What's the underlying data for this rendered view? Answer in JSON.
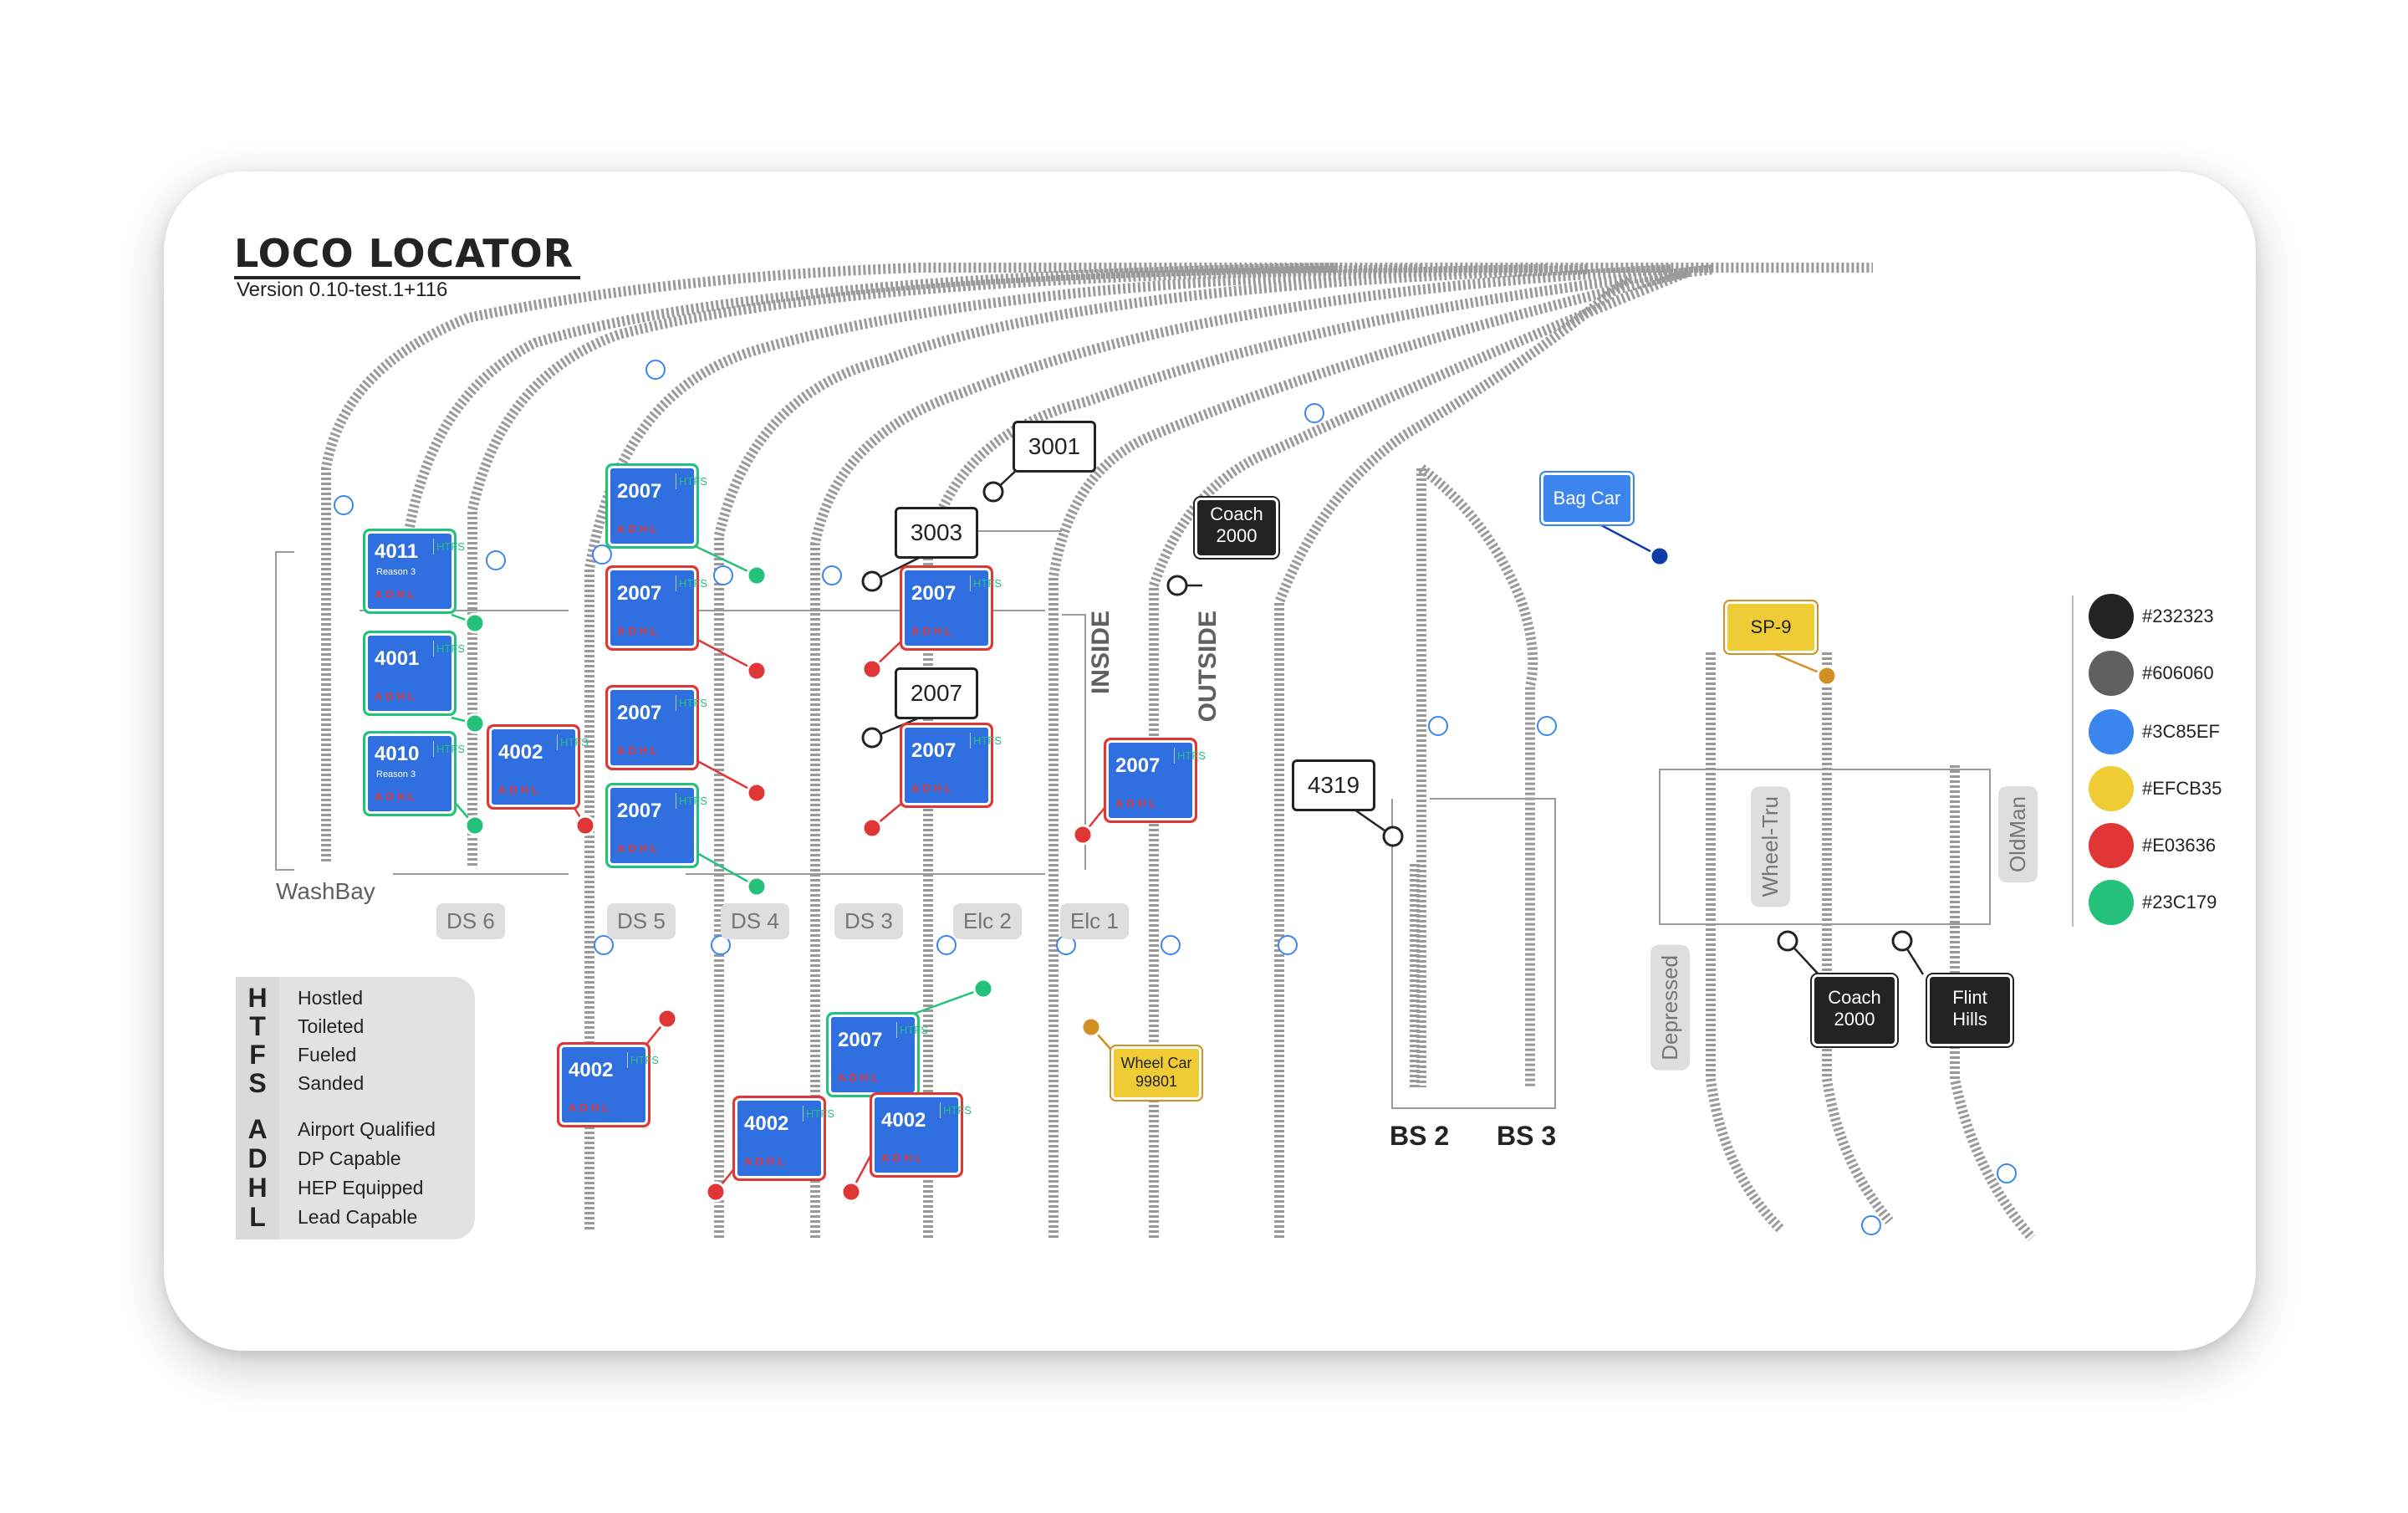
{
  "app": {
    "title": "LOCO LOCATOR",
    "version": "Version 0.10-test.1+116"
  },
  "yard_labels": {
    "washbay": "WashBay",
    "inside": "INSIDE",
    "outside": "OUTSIDE",
    "bs2": "BS 2",
    "bs3": "BS 3"
  },
  "tracks": [
    "DS 6",
    "DS 5",
    "DS 4",
    "DS 3",
    "Elc 2",
    "Elc 1"
  ],
  "side_tracks": {
    "wheel_tru": "Wheel-Tru",
    "oldman": "OldMan",
    "depressed": "Depressed"
  },
  "locos": [
    {
      "num": "4011",
      "reason": "Reason 3",
      "adhl": "ADHL",
      "htfs": [
        "H",
        "T",
        "F",
        "S"
      ]
    },
    {
      "num": "4001",
      "reason": "",
      "adhl": "ADHL",
      "htfs": [
        "H",
        "T",
        "F",
        "S"
      ]
    },
    {
      "num": "4010",
      "reason": "Reason 3",
      "adhl": "ADHL",
      "htfs": [
        "H",
        "T",
        "F",
        "S"
      ]
    },
    {
      "num": "4002",
      "reason": "",
      "adhl": "ADHL",
      "htfs": [
        "H",
        "T",
        "F",
        "S"
      ]
    },
    {
      "num": "2007",
      "reason": "",
      "adhl": "ADHL",
      "htfs": [
        "H",
        "T",
        "F",
        "S"
      ]
    },
    {
      "num": "2007",
      "reason": "",
      "adhl": "ADHL",
      "htfs": [
        "H",
        "T",
        "F",
        "S"
      ]
    },
    {
      "num": "2007",
      "reason": "",
      "adhl": "ADHL",
      "htfs": [
        "H",
        "T",
        "F",
        "S"
      ]
    },
    {
      "num": "2007",
      "reason": "",
      "adhl": "ADHL",
      "htfs": [
        "H",
        "T",
        "F",
        "S"
      ]
    },
    {
      "num": "2007",
      "reason": "",
      "adhl": "ADHL",
      "htfs": [
        "H",
        "T",
        "F",
        "S"
      ]
    },
    {
      "num": "2007",
      "reason": "",
      "adhl": "ADHL",
      "htfs": [
        "H",
        "T",
        "F",
        "S"
      ]
    },
    {
      "num": "2007",
      "reason": "",
      "adhl": "ADHL",
      "htfs": [
        "H",
        "T",
        "F",
        "S"
      ]
    },
    {
      "num": "4002",
      "reason": "",
      "adhl": "ADHL",
      "htfs": [
        "H",
        "T",
        "F",
        "S"
      ]
    },
    {
      "num": "4002",
      "reason": "",
      "adhl": "ADHL",
      "htfs": [
        "H",
        "T",
        "F",
        "S"
      ]
    },
    {
      "num": "2007",
      "reason": "",
      "adhl": "ADHL",
      "htfs": [
        "H",
        "T",
        "F",
        "S"
      ]
    },
    {
      "num": "4002",
      "reason": "",
      "adhl": "ADHL",
      "htfs": [
        "H",
        "T",
        "F",
        "S"
      ]
    }
  ],
  "callouts": [
    "3001",
    "3003",
    "2007",
    "4319"
  ],
  "cars": {
    "coach_top": [
      "Coach",
      "2000"
    ],
    "bag_car": "Bag Car",
    "sp9": "SP-9",
    "wheel_car": [
      "Wheel Car",
      "99801"
    ],
    "coach_bottom": [
      "Coach",
      "2000"
    ],
    "flint_hills": [
      "Flint",
      "Hills"
    ]
  },
  "legend": [
    {
      "key": "H",
      "text": "Hostled"
    },
    {
      "key": "T",
      "text": "Toileted"
    },
    {
      "key": "F",
      "text": "Fueled"
    },
    {
      "key": "S",
      "text": "Sanded"
    },
    {
      "key": "A",
      "text": "Airport Qualified"
    },
    {
      "key": "D",
      "text": "DP Capable"
    },
    {
      "key": "H",
      "text": "HEP Equipped"
    },
    {
      "key": "L",
      "text": "Lead Capable"
    }
  ],
  "colors": [
    {
      "hex": "#232323",
      "label": "#232323"
    },
    {
      "hex": "#606060",
      "label": "#606060"
    },
    {
      "hex": "#3C85EF",
      "label": "#3C85EF"
    },
    {
      "hex": "#EFCB35",
      "label": "#EFCB35"
    },
    {
      "hex": "#E03636",
      "label": "#E03636"
    },
    {
      "hex": "#23C179",
      "label": "#23C179"
    }
  ]
}
